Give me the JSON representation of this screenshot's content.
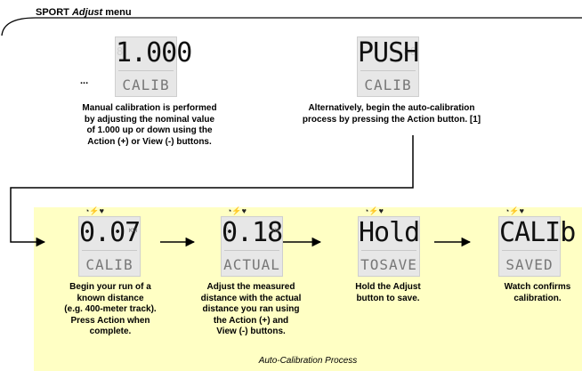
{
  "menu": {
    "prefix": "SPORT",
    "name": "Adjust",
    "suffix": "menu"
  },
  "ellipsis": "...",
  "manual": {
    "display_top": "1.000",
    "display_bottom": "CALIB",
    "caption_lines": [
      "Manual calibration is performed",
      "by adjusting the nominal value",
      "of 1.000 up or down using the",
      "Action (+) or View (-) buttons."
    ]
  },
  "auto_start": {
    "display_top": "PUSH",
    "display_bottom": "CALIB",
    "caption_lines": [
      "Alternatively, begin the auto-calibration",
      "process by pressing the Action button. [1]"
    ]
  },
  "process": {
    "title": "Auto-Calibration Process",
    "steps": [
      {
        "display_top": "0.07",
        "display_bottom": "CALIB",
        "caption_lines": [
          "Begin your run of a",
          "known distance",
          "(e.g. 400-meter track).",
          "Press Action when",
          "complete."
        ]
      },
      {
        "display_top": "0.18",
        "display_bottom": "ACTUAL",
        "caption_lines": [
          "Adjust the measured",
          "distance with the actual",
          "distance you ran using",
          "the Action (+) and",
          "View (-) buttons."
        ]
      },
      {
        "display_top": "Hold",
        "display_bottom": "TOSAVE",
        "caption_lines": [
          "Hold the Adjust",
          "button to save."
        ]
      },
      {
        "display_top": "CALIb",
        "display_bottom": "SAVED",
        "caption_lines": [
          "Watch confirms",
          "calibration."
        ]
      }
    ]
  }
}
